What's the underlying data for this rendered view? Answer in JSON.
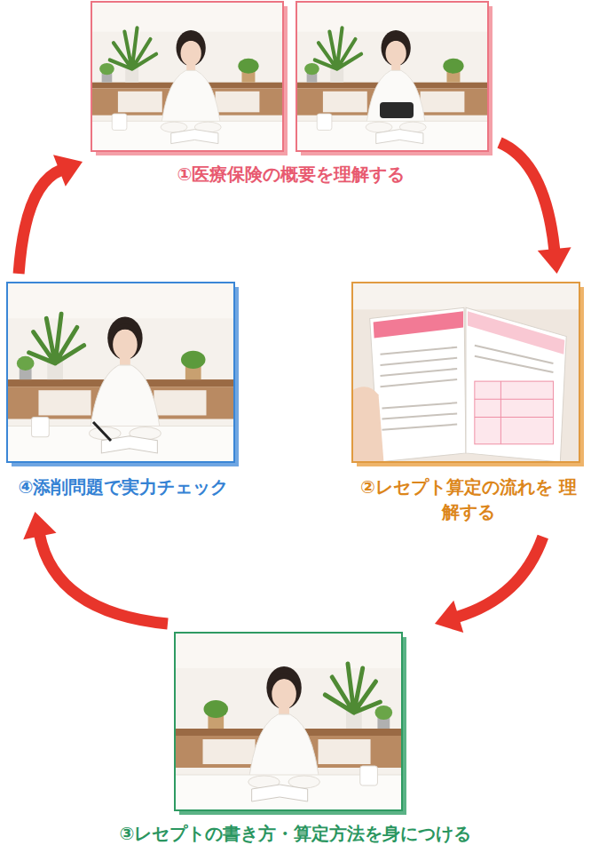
{
  "diagram": {
    "nodes": [
      {
        "text": [
          "①医療保険の概要を理解する"
        ]
      },
      {
        "text": [
          "②レセプト算定の流れを 理解する"
        ]
      },
      {
        "text": [
          "③レセプトの書き方・算定方法を身につける"
        ]
      },
      {
        "text": [
          "④添削問題で実力チェック"
        ]
      }
    ],
    "edges": [
      {
        "from": 0,
        "to": 1,
        "arrow": "to"
      },
      {
        "from": 1,
        "to": 2,
        "arrow": "to"
      },
      {
        "from": 2,
        "to": 3,
        "arrow": "to"
      },
      {
        "from": 3,
        "to": 0,
        "arrow": "to"
      }
    ]
  }
}
